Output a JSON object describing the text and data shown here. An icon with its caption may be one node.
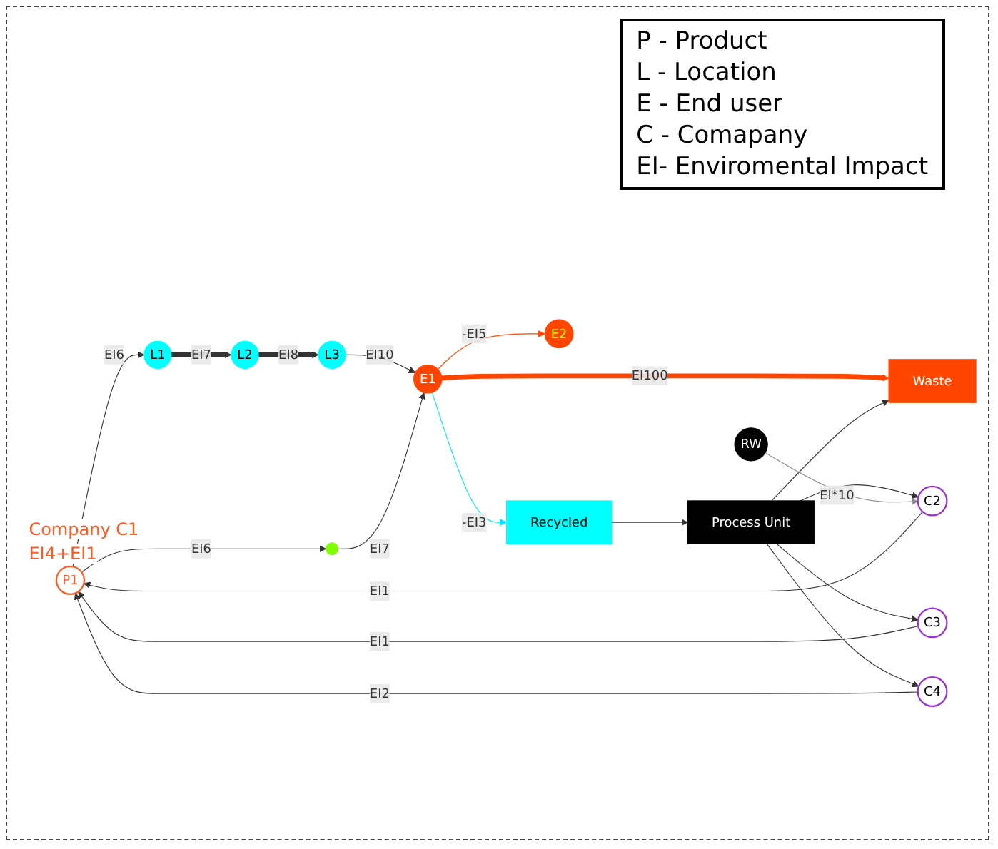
{
  "diagram": {
    "nodes": [
      {
        "text": [
          "P1"
        ],
        "beside": [
          "Company C1",
          "EI4+EI1"
        ]
      },
      {
        "text": [
          "L1"
        ]
      },
      {
        "text": [
          "L2"
        ]
      },
      {
        "text": [
          "L3"
        ]
      },
      {
        "text": [],
        "shape": "circle"
      },
      {
        "text": [
          "E1"
        ]
      },
      {
        "text": [
          "E2"
        ]
      },
      {
        "text": [
          "C2"
        ]
      },
      {
        "text": [
          "C3"
        ]
      },
      {
        "text": [
          "C4"
        ]
      },
      {
        "text": [
          "Waste"
        ]
      },
      {
        "text": [
          "Process Unit"
        ]
      },
      {
        "text": [
          "Recycled"
        ]
      },
      {
        "text": [
          "RW"
        ]
      }
    ],
    "edges": [
      {
        "from": 0,
        "to": 1,
        "arrow": "to",
        "label": "EI6"
      },
      {
        "from": 1,
        "to": 2,
        "arrow": "to",
        "label": "EI7",
        "style": "thick"
      },
      {
        "from": 2,
        "to": 3,
        "arrow": "to",
        "label": "EI8",
        "style": "thick"
      },
      {
        "from": 3,
        "to": 5,
        "arrow": "to",
        "label": "EI10"
      },
      {
        "from": 0,
        "to": 4,
        "arrow": "to",
        "label": "EI6"
      },
      {
        "from": 4,
        "to": 5,
        "arrow": "to",
        "label": "EI7"
      },
      {
        "from": 5,
        "to": 6,
        "arrow": "to",
        "label": "-EI5",
        "color": "#ff4500"
      },
      {
        "from": 5,
        "to": 10,
        "arrow": "to",
        "label": "EI100",
        "style": "thick",
        "color": "#ff4500"
      },
      {
        "from": 5,
        "to": 12,
        "arrow": "to",
        "label": "-EI3",
        "color": "#00e5ff"
      },
      {
        "from": 7,
        "to": 0,
        "arrow": "to",
        "label": "EI1"
      },
      {
        "from": 8,
        "to": 0,
        "arrow": "to",
        "label": "EI1"
      },
      {
        "from": 9,
        "to": 0,
        "arrow": "to",
        "label": "EI2"
      },
      {
        "from": 11,
        "to": 7,
        "arrow": "to"
      },
      {
        "from": 11,
        "to": 8,
        "arrow": "to"
      },
      {
        "from": 11,
        "to": 9,
        "arrow": "to"
      },
      {
        "from": 11,
        "to": 10,
        "arrow": "to"
      },
      {
        "from": 12,
        "to": 11,
        "arrow": "to"
      },
      {
        "from": 13,
        "to": 7,
        "arrow": "to",
        "label": "EI*10",
        "color": "#888888"
      }
    ],
    "legend": [
      {
        "text": "P - Product"
      },
      {
        "text": "L - Location"
      },
      {
        "text": "E - End user"
      },
      {
        "text": "C - Comapany"
      },
      {
        "text": "EI- Enviromental Impact"
      }
    ]
  }
}
